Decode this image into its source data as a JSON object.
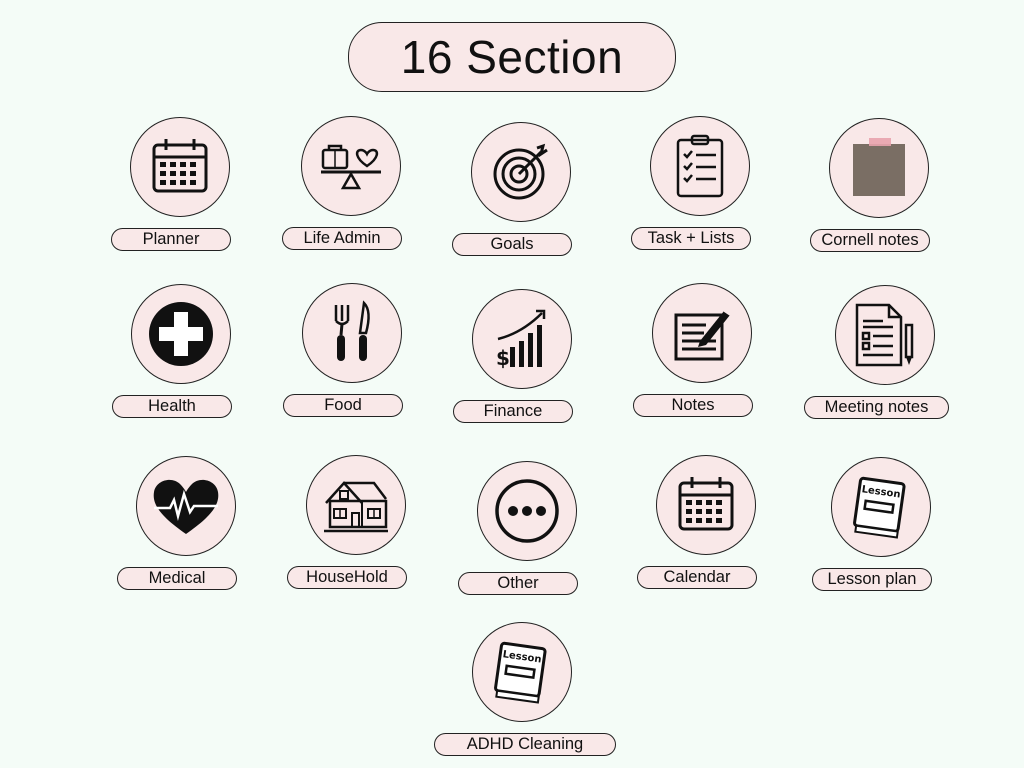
{
  "title": "16 Section",
  "sections": [
    {
      "label": "Planner",
      "icon": "calendar-icon"
    },
    {
      "label": "Life Admin",
      "icon": "briefcase-heart-scale-icon"
    },
    {
      "label": "Goals",
      "icon": "target-icon"
    },
    {
      "label": "Task + Lists",
      "icon": "checklist-clipboard-icon"
    },
    {
      "label": "Cornell notes",
      "icon": "sticky-note-icon"
    },
    {
      "label": "Health",
      "icon": "medical-cross-icon"
    },
    {
      "label": "Food",
      "icon": "fork-knife-icon"
    },
    {
      "label": "Finance",
      "icon": "growth-chart-icon"
    },
    {
      "label": "Notes",
      "icon": "notepad-pencil-icon"
    },
    {
      "label": "Meeting notes",
      "icon": "document-pencil-icon"
    },
    {
      "label": "Medical",
      "icon": "heartbeat-icon"
    },
    {
      "label": "HouseHold",
      "icon": "house-icon"
    },
    {
      "label": "Other",
      "icon": "more-dots-icon"
    },
    {
      "label": "Calendar",
      "icon": "calendar-icon"
    },
    {
      "label": "Lesson plan",
      "icon": "lesson-book-icon",
      "book_text": "Lesson"
    },
    {
      "label": "ADHD Cleaning",
      "icon": "lesson-book-icon",
      "book_text": "Lesson"
    }
  ],
  "colors": {
    "background": "#f4fcf7",
    "pill": "#f9e8e8",
    "ink": "#111111",
    "sticky_note": "#7a6e64",
    "tape": "#e8a3ad"
  }
}
